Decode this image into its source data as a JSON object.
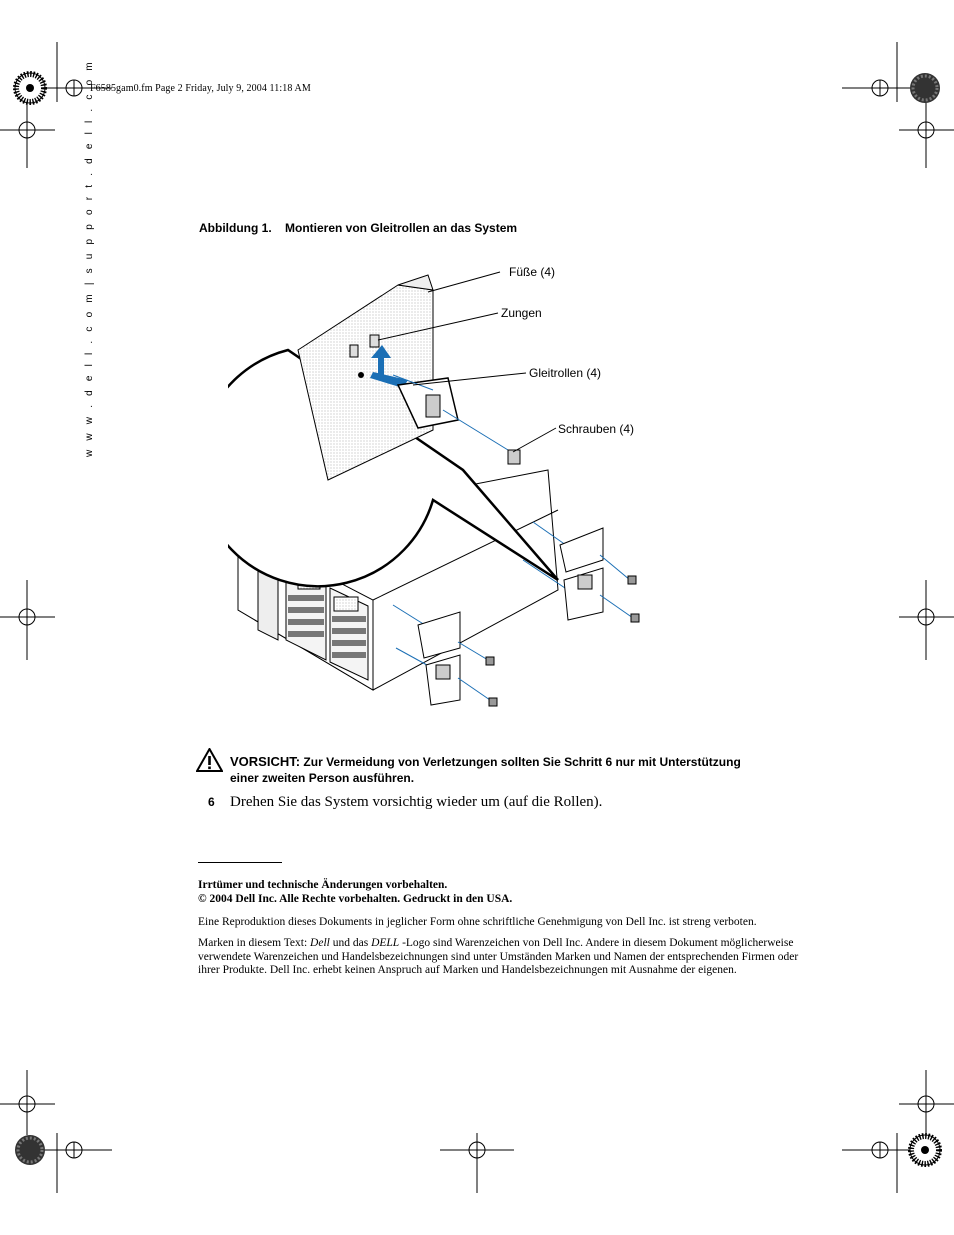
{
  "print_header": "F6585gam0.fm  Page 2  Friday, July 9, 2004  11:18 AM",
  "side_url": "w w w . d e l l . c o m  |  s u p p o r t . d e l l . c o m",
  "figure": {
    "label": "Abbildung 1.",
    "title": "Montieren von Gleitrollen an das System",
    "callouts": {
      "feet": "Füße (4)",
      "tabs": "Zungen",
      "casters": "Gleitrollen (4)",
      "screws": "Schrauben (4)"
    }
  },
  "caution": {
    "keyword": "VORSICHT:",
    "text": "Zur Vermeidung von Verletzungen sollten Sie Schritt 6 nur mit Unterstützung einer zweiten Person ausführen."
  },
  "step": {
    "number": "6",
    "text": "Drehen Sie das System vorsichtig wieder um (auf die Rollen)."
  },
  "legal": {
    "line1": "Irrtümer und technische Änderungen vorbehalten.",
    "line2": "© 2004 Dell Inc. Alle Rechte vorbehalten. Gedruckt in den USA.",
    "reproduction": "Eine Reproduktion dieses Dokuments in jeglicher Form ohne schriftliche Genehmigung von Dell Inc. ist streng verboten.",
    "trademarks_pre": "Marken in diesem Text: ",
    "trademark_dell": "Dell",
    "trademarks_mid": " und das ",
    "trademark_dell_logo": "DELL",
    "trademarks_post": " -Logo sind Warenzeichen von Dell Inc. Andere in diesem Dokument möglicherweise verwendete Warenzeichen und Handelsbezeichnungen sind unter Umständen Marken und Namen der entsprechenden Firmen oder ihrer Produkte. Dell Inc. erhebt keinen Anspruch auf Marken und Handelsbezeichnungen mit Ausnahme der eigenen."
  },
  "colors": {
    "accent_blue": "#1b6fb5",
    "text": "#000000"
  }
}
